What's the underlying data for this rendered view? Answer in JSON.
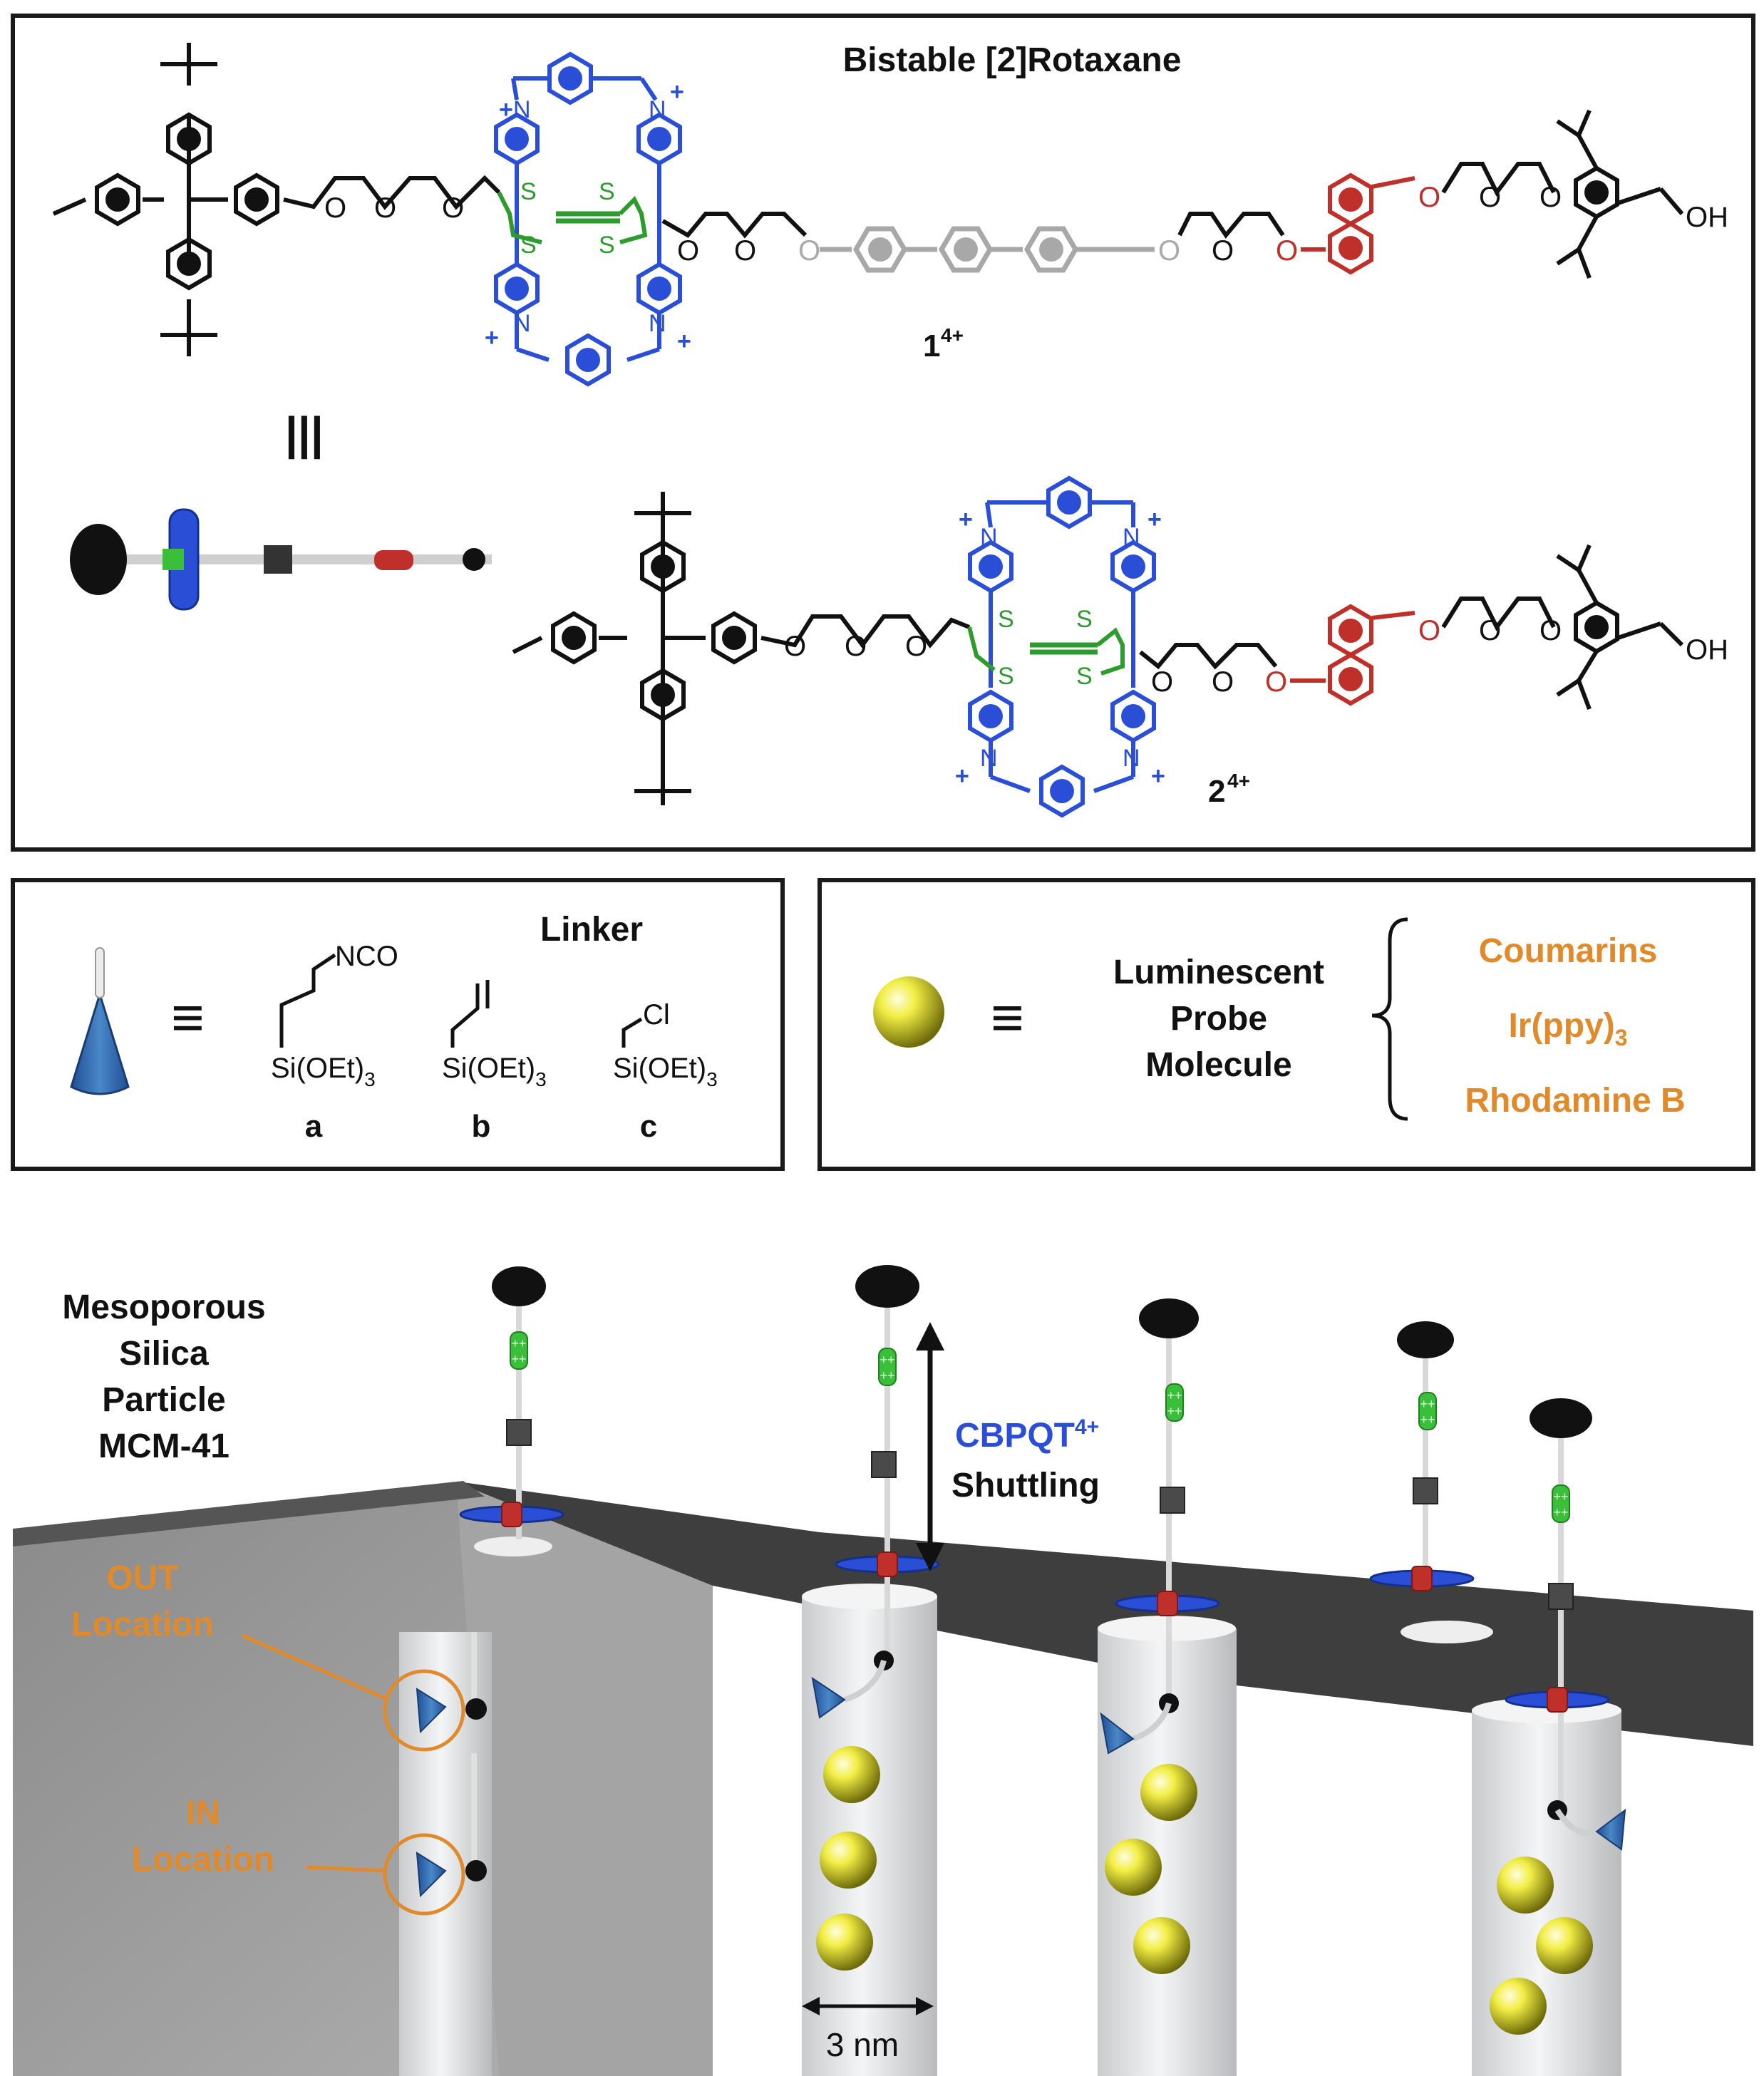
{
  "top_panel": {
    "title": "Bistable [2]Rotaxane",
    "compound1_label": "1",
    "compound1_charge": "4+",
    "compound2_label": "2",
    "compound2_charge": "4+",
    "equiv_symbol": "|||",
    "atoms": {
      "o": "O",
      "n": "N",
      "s": "S",
      "plus": "+",
      "oh": "OH"
    }
  },
  "linker_panel": {
    "title": "Linker",
    "equiv": "≡",
    "group_nco": "NCO",
    "group_cl": "Cl",
    "si_text": "Si(OEt)",
    "si_sub": "3",
    "label_a": "a",
    "label_b": "b",
    "label_c": "c"
  },
  "probe_panel": {
    "equiv": "≡",
    "line1": "Luminescent",
    "line2": "Probe",
    "line3": "Molecule",
    "probe1": "Coumarins",
    "probe2_main": "Ir(ppy)",
    "probe2_sub": "3",
    "probe3": "Rhodamine B"
  },
  "bottom_panel": {
    "particle_line1": "Mesoporous",
    "particle_line2": "Silica",
    "particle_line3": "Particle",
    "particle_line4": "MCM-41",
    "cbpqt": "CBPQT",
    "cbpqt_charge": "4+",
    "shuttling": "Shuttling",
    "out_line1": "OUT",
    "out_line2": "Location",
    "in_line1": "IN",
    "in_line2": "Location",
    "pore_width": "3 nm"
  },
  "colors": {
    "blue": "#2a4fd6",
    "green": "#2e9b2e",
    "red": "#c0302a",
    "gray": "#a8a8a8",
    "orange": "#e08a2c",
    "black": "#111111",
    "yellow": "#e8e020"
  }
}
